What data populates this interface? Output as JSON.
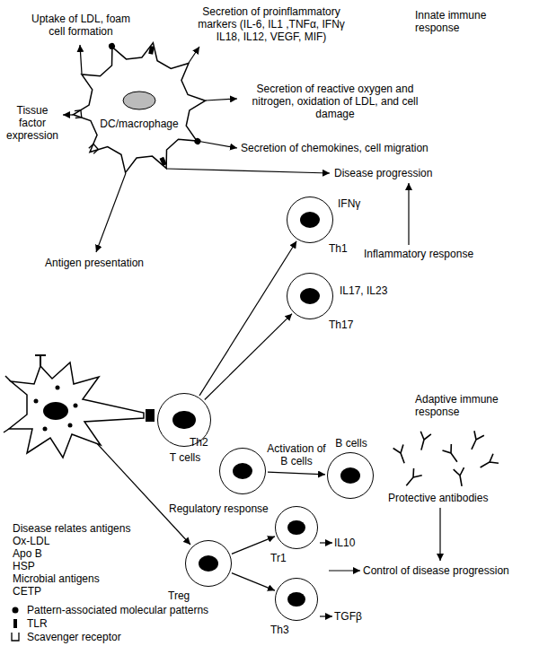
{
  "diagram": {
    "nodes": [
      {
        "text": [
          "DC/macrophage"
        ]
      },
      {
        "text": [
          "IFNγ",
          "Th1"
        ]
      },
      {
        "text": [
          "IL17, IL23",
          "Th17"
        ]
      },
      {
        "text": [
          "T cells"
        ]
      },
      {
        "text": [
          "Th2"
        ]
      },
      {
        "text": [
          "B cells"
        ]
      },
      {
        "text": [
          "Treg"
        ]
      },
      {
        "text": [
          "Tr1"
        ]
      },
      {
        "text": [
          "Th3"
        ]
      }
    ],
    "edges": [
      {
        "from": 3,
        "to": 1,
        "arrow": "to"
      },
      {
        "from": 3,
        "to": 2,
        "arrow": "to"
      },
      {
        "from": 4,
        "to": 5,
        "label": "Activation of B cells",
        "arrow": "to"
      },
      {
        "from": 6,
        "to": 7,
        "arrow": "to"
      },
      {
        "from": 6,
        "to": 8,
        "arrow": "to"
      }
    ],
    "labels": [
      "Innate immune response",
      "Uptake of LDL, foam cell formation",
      "Secretion of proinflammatory markers (IL-6, IL1 ,TNFα, IFNγ IL18, IL12, VEGF, MIF)",
      "Secretion of reactive oxygen and nitrogen, oxidation of LDL, and cell damage",
      "Tissue factor expression",
      "Secretion of chemokines, cell migration",
      "Disease progression",
      "Antigen presentation",
      "Inflammatory response",
      "Adaptive immune response",
      "Protective antibodies",
      "Regulatory response",
      "IL10",
      "TGFβ",
      "Control of disease progression",
      "Disease relates antigens",
      "Ox-LDL",
      "Apo B",
      "HSP",
      "Microbial antigens",
      "CETP"
    ],
    "legend": [
      {
        "text": "Pattern-associated molecular patterns"
      },
      {
        "text": "TLR"
      },
      {
        "text": "Scavenger receptor"
      }
    ]
  }
}
